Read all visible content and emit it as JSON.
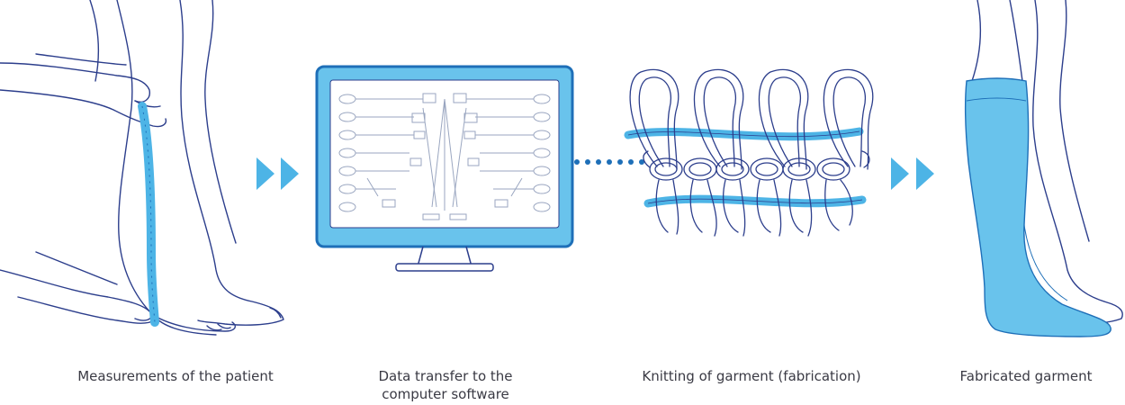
{
  "colors": {
    "accent": "#4db4e6",
    "accent_dark": "#1e6fb8",
    "outline": "#2c3e8c",
    "garment": "#69c3ec",
    "screen_bg": "#ffffff"
  },
  "icons": {
    "step1": "leg-measurement-icon",
    "step2": "computer-monitor-icon",
    "step3": "knitting-loops-icon",
    "step4": "compression-stocking-icon",
    "arrows": "double-chevron-right-icon",
    "connector": "dotted-line-icon"
  },
  "steps": [
    {
      "caption": "Measurements of the patient"
    },
    {
      "caption": "Data transfer to the\ncomputer software"
    },
    {
      "caption": "Knitting of garment (fabrication)"
    },
    {
      "caption": "Fabricated garment"
    }
  ]
}
